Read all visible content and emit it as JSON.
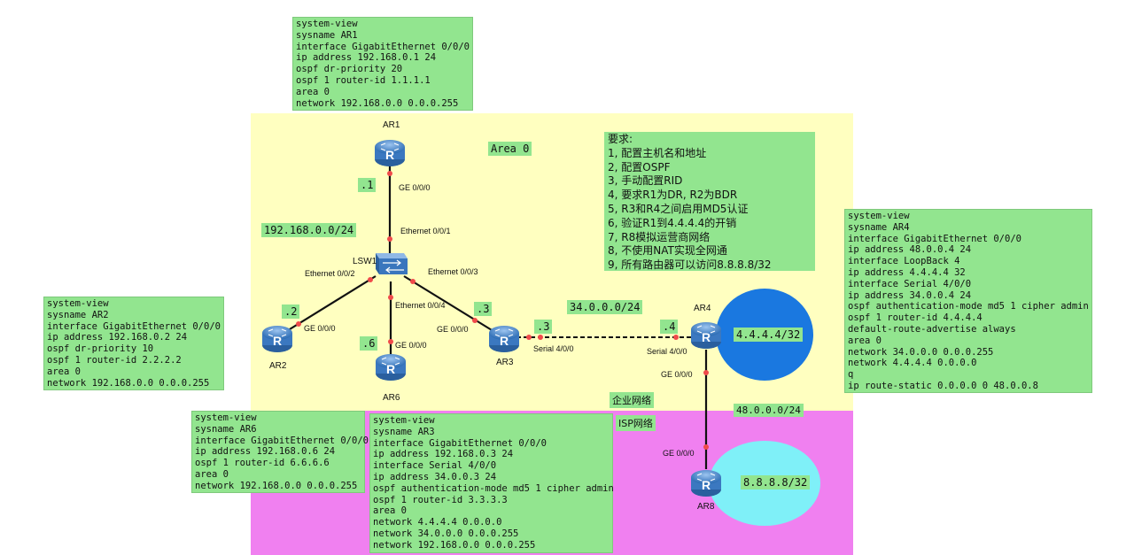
{
  "areas": {
    "area0": "Area 0",
    "enterprise": "企业网络",
    "isp": "ISP网络"
  },
  "networks": {
    "lan": "192.168.0.0/24",
    "wan": "34.0.0.0/24",
    "isp_link": "48.0.0.0/24",
    "loop4": "4.4.4.4/32",
    "loop8": "8.8.8.8/32"
  },
  "ip_suffixes": {
    "ar1": ".1",
    "ar2": ".2",
    "ar3_ge": ".3",
    "ar6": ".6",
    "ar3_serial": ".3",
    "ar4_serial": ".4"
  },
  "devices": {
    "ar1": "AR1",
    "ar2": "AR2",
    "ar3": "AR3",
    "ar4": "AR4",
    "ar6": "AR6",
    "ar8": "AR8",
    "lsw1": "LSW1"
  },
  "ports": {
    "ar1_ge": "GE 0/0/0",
    "lsw_e1": "Ethernet 0/0/1",
    "lsw_e2": "Ethernet 0/0/2",
    "lsw_e3": "Ethernet 0/0/3",
    "lsw_e4": "Ethernet 0/0/4",
    "ar2_ge": "GE 0/0/0",
    "ar6_ge": "GE 0/0/0",
    "ar3_ge": "GE 0/0/0",
    "ar3_serial": "Serial 4/0/0",
    "ar4_serial": "Serial 4/0/0",
    "ar4_ge": "GE 0/0/0",
    "ar8_ge": "GE 0/0/0"
  },
  "requirements": [
    "要求:",
    "1, 配置主机名和地址",
    "2, 配置OSPF",
    "3, 手动配置RID",
    "4, 要求R1为DR, R2为BDR",
    "5, R3和R4之间启用MD5认证",
    "6, 验证R1到4.4.4.4的开销",
    "7, R8模拟运营商网络",
    "8, 不使用NAT实现全网通",
    "9, 所有路由器可以访问8.8.8.8/32"
  ],
  "configs": {
    "ar1": [
      "system-view",
      "sysname AR1",
      "interface GigabitEthernet 0/0/0",
      "ip address 192.168.0.1 24",
      "ospf dr-priority 20",
      "ospf 1 router-id 1.1.1.1",
      "area 0",
      "network 192.168.0.0 0.0.0.255"
    ],
    "ar2": [
      "system-view",
      "sysname AR2",
      "interface GigabitEthernet 0/0/0",
      "ip address 192.168.0.2 24",
      "ospf dr-priority 10",
      "ospf 1 router-id 2.2.2.2",
      "area 0",
      "network 192.168.0.0 0.0.0.255"
    ],
    "ar6": [
      "system-view",
      "sysname AR6",
      "interface GigabitEthernet 0/0/0",
      "ip address 192.168.0.6 24",
      "ospf 1 router-id 6.6.6.6",
      "area 0",
      "network 192.168.0.0 0.0.0.255"
    ],
    "ar3": [
      "system-view",
      "sysname AR3",
      "interface GigabitEthernet 0/0/0",
      "ip address 192.168.0.3 24",
      "interface Serial 4/0/0",
      "ip address 34.0.0.3 24",
      "ospf authentication-mode md5 1 cipher admin",
      "ospf 1 router-id 3.3.3.3",
      "area 0",
      "network 4.4.4.4 0.0.0.0",
      "network 34.0.0.0 0.0.0.255",
      "network 192.168.0.0 0.0.0.255"
    ],
    "ar4": [
      "system-view",
      "sysname AR4",
      "interface GigabitEthernet 0/0/0",
      "ip address 48.0.0.4 24",
      "interface LoopBack 4",
      "ip address 4.4.4.4 32",
      "interface Serial 4/0/0",
      "ip address 34.0.0.4 24",
      "ospf authentication-mode md5 1 cipher admin",
      "ospf 1 router-id 4.4.4.4",
      "default-route-advertise always",
      "area 0",
      "network 34.0.0.0 0.0.0.255",
      "network 4.4.4.4 0.0.0.0",
      "q",
      "ip route-static 0.0.0.0 0 48.0.0.8"
    ]
  },
  "colors": {
    "area0": "#ffffc0",
    "isp": "#f080f0",
    "note": "#92e58f",
    "loop4": "#1a78e0",
    "loop8": "#7ff0f8",
    "link_dot": "#f04a4a"
  }
}
